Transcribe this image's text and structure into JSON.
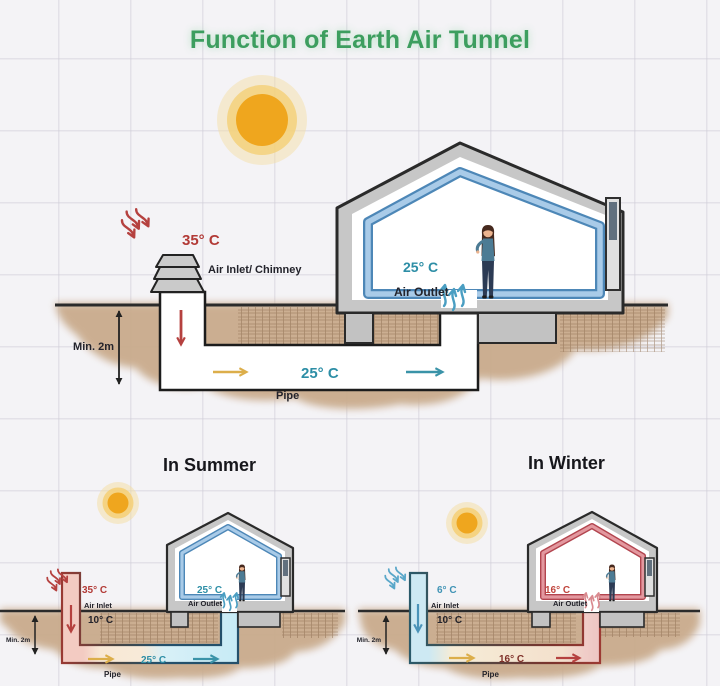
{
  "title": "Function of Earth Air Tunnel",
  "main": {
    "outside_temp": "35° C",
    "inlet_label": "Air Inlet/ Chimney",
    "depth_label": "Min. 2m",
    "pipe_temp": "25° C",
    "pipe_label": "Pipe",
    "room_temp": "25° C",
    "outlet_label": "Air Outlet"
  },
  "summer": {
    "heading": "In Summer",
    "outside_temp": "35° C",
    "inlet_label": "Air Inlet",
    "ground_temp": "10° C",
    "depth_label": "Min. 2m",
    "pipe_temp": "25° C",
    "pipe_label": "Pipe",
    "room_temp": "25° C",
    "outlet_label": "Air Outlet"
  },
  "winter": {
    "heading": "In Winter",
    "outside_temp": "6° C",
    "inlet_label": "Air Inlet",
    "ground_temp": "10° C",
    "depth_label": "Min. 2m",
    "pipe_temp": "16° C",
    "pipe_label": "Pipe",
    "room_temp": "16° C",
    "outlet_label": "Air Outlet"
  },
  "colors": {
    "title_green": "#3d9e5f",
    "hot_red": "#b23a36",
    "cool_teal": "#2d8ea6",
    "flow_yellow": "#dcae4a",
    "summer_frame_blue": "#4d87b7",
    "winter_frame_red": "#b2454f",
    "earth_brown": "#c9ab8c"
  }
}
